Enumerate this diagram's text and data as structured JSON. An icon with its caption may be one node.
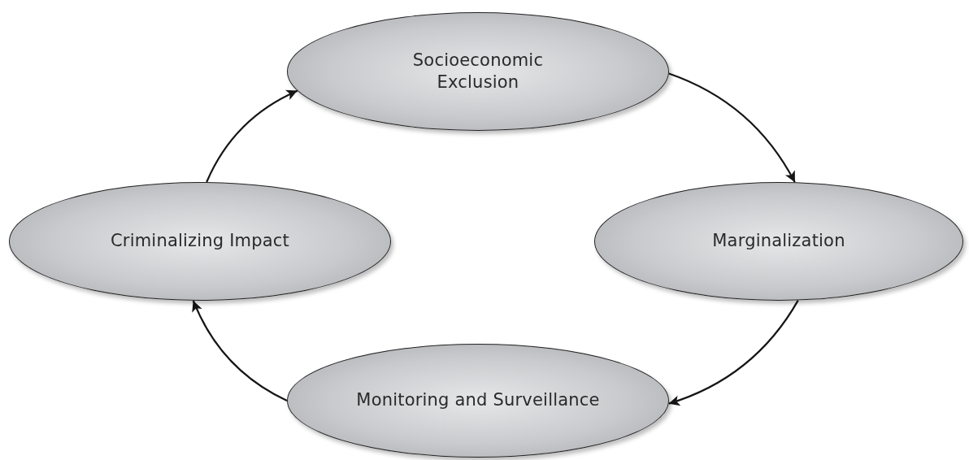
{
  "diagram": {
    "nodes": [
      {
        "text": [
          "Socioeconomic Exclusion"
        ]
      },
      {
        "text": [
          "Marginalization"
        ]
      },
      {
        "text": [
          "Monitoring and Surveillance"
        ]
      },
      {
        "text": [
          "Criminalizing Impact"
        ]
      }
    ],
    "edges": [
      {
        "from": 0,
        "to": 1,
        "arrow": "to"
      },
      {
        "from": 1,
        "to": 2,
        "arrow": "to"
      },
      {
        "from": 2,
        "to": 3,
        "arrow": "to"
      },
      {
        "from": 3,
        "to": 0,
        "arrow": "to"
      }
    ]
  }
}
